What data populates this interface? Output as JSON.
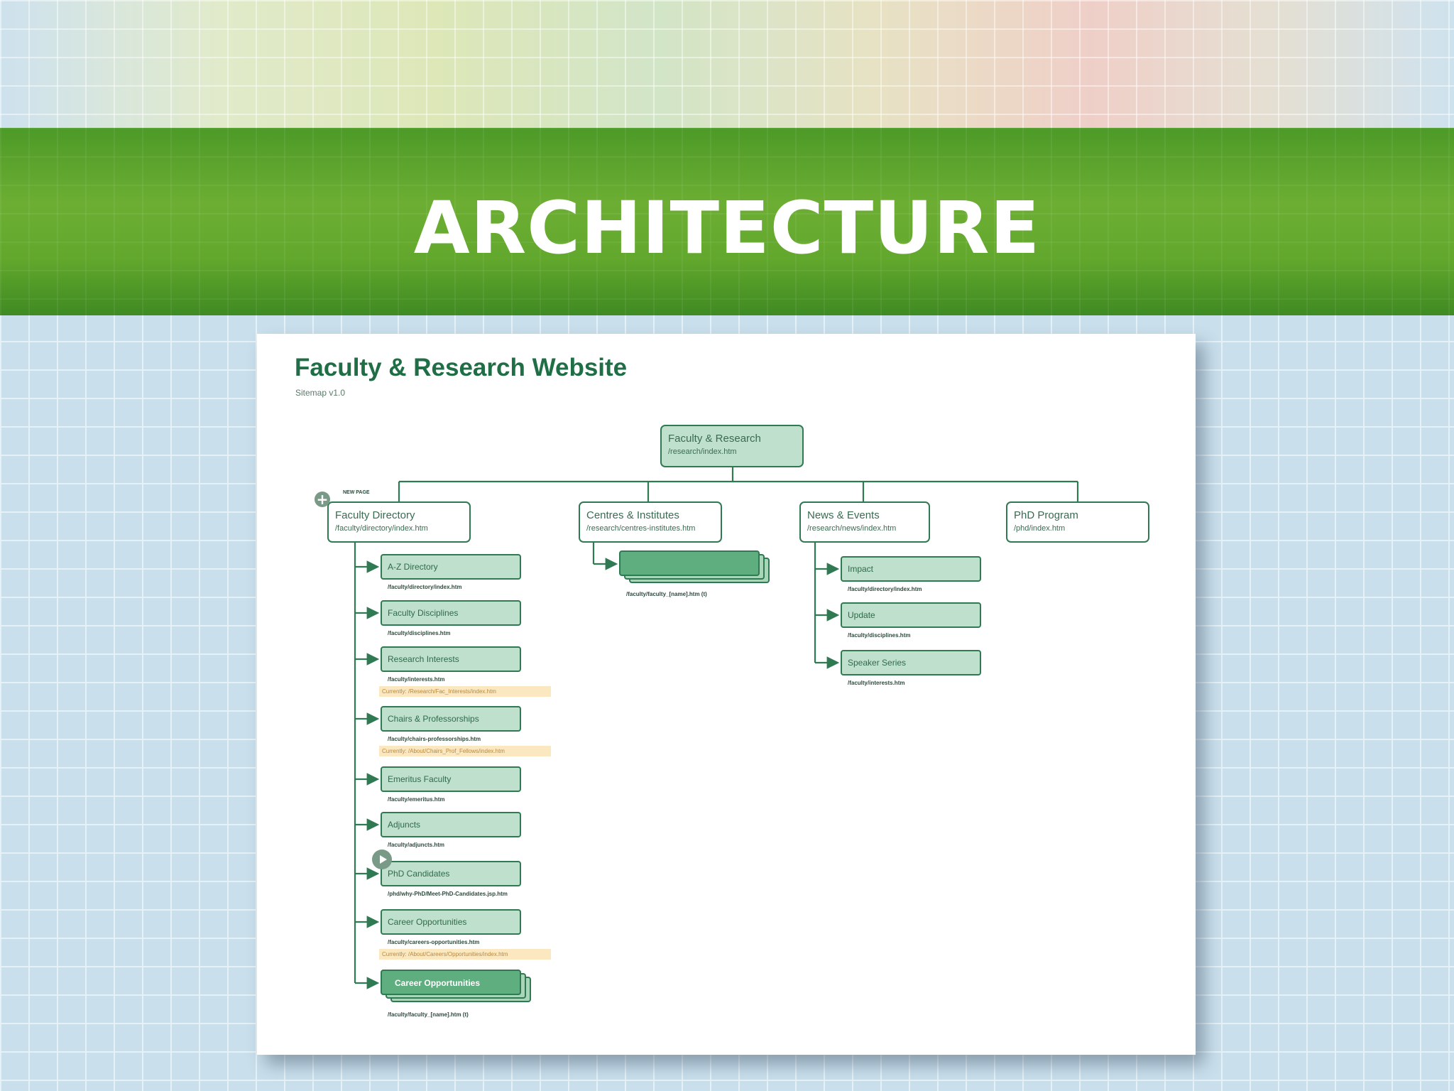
{
  "slide": {
    "title": "ARCHITECTURE"
  },
  "diagram": {
    "title": "Faculty & Research Website",
    "subtitle": "Sitemap v1.0",
    "root": {
      "label": "Faculty & Research",
      "url": "/research/index.htm"
    },
    "new_page_tag": "NEW PAGE",
    "sections": [
      {
        "label": "Faculty Directory",
        "url": "/faculty/directory/index.htm"
      },
      {
        "label": "Centres & Institutes",
        "url": "/research/centres-institutes.htm"
      },
      {
        "label": "News & Events",
        "url": "/research/news/index.htm"
      },
      {
        "label": "PhD Program",
        "url": "/phd/index.htm"
      }
    ],
    "faculty_children": [
      {
        "label": "A-Z Directory",
        "url": "/faculty/directory/index.htm",
        "note": ""
      },
      {
        "label": "Faculty Disciplines",
        "url": "/faculty/disciplines.htm",
        "note": ""
      },
      {
        "label": "Research Interests",
        "url": "/faculty/interests.htm",
        "note": "Currently: /Research/Fac_Interests/index.htm"
      },
      {
        "label": "Chairs & Professorships",
        "url": "/faculty/chairs-professorships.htm",
        "note": "Currently: /About/Chairs_Prof_Fellows/index.htm"
      },
      {
        "label": "Emeritus Faculty",
        "url": "/faculty/emeritus.htm",
        "note": ""
      },
      {
        "label": "Adjuncts",
        "url": "/faculty/adjuncts.htm",
        "note": ""
      },
      {
        "label": "PhD Candidates",
        "url": "/phd/why-PhD/Meet-PhD-Candidates.jsp.htm",
        "note": ""
      },
      {
        "label": "Career Opportunities",
        "url": "/faculty/careers-opportunities.htm",
        "note": "Currently: /About/Careers/Opportunities/index.htm"
      }
    ],
    "faculty_stack": {
      "label": "Career Opportunities",
      "url": "/faculty/faculty_[name].htm (t)"
    },
    "centres_stack": {
      "url": "/faculty/faculty_[name].htm (t)"
    },
    "news_children": [
      {
        "label": "Impact",
        "url": "/faculty/directory/index.htm"
      },
      {
        "label": "Update",
        "url": "/faculty/disciplines.htm"
      },
      {
        "label": "Speaker Series",
        "url": "/faculty/interests.htm"
      }
    ]
  }
}
